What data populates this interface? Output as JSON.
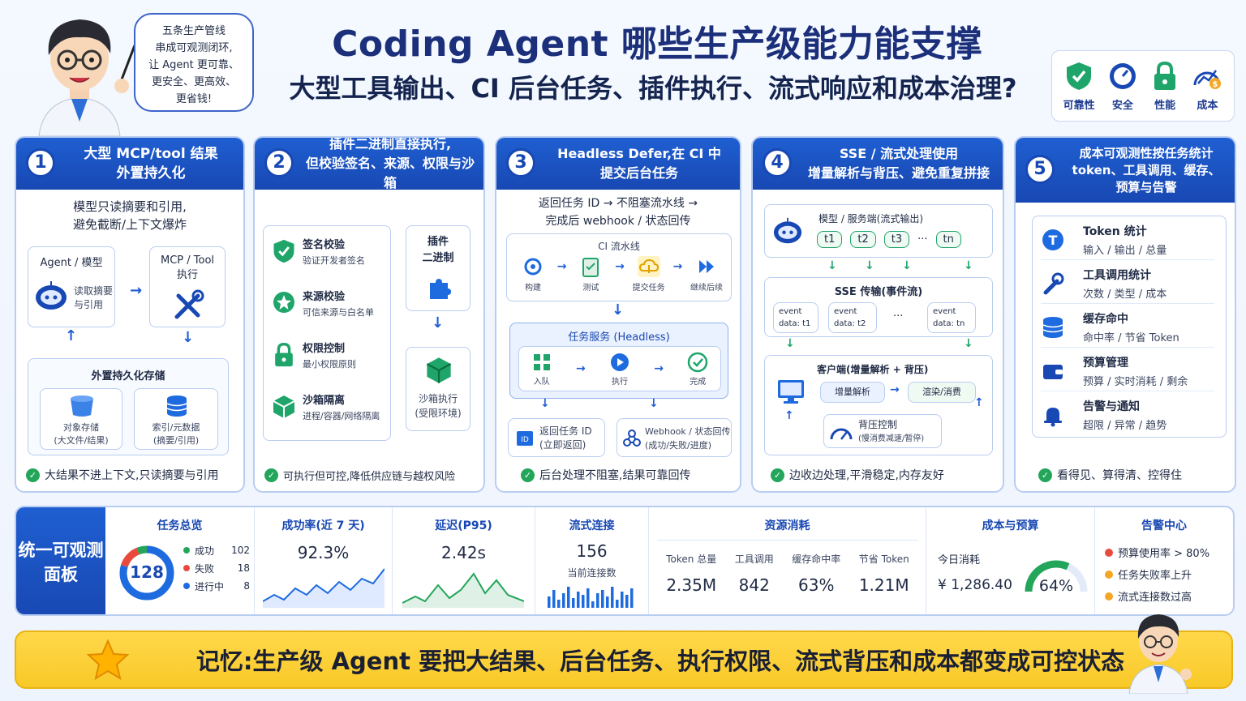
{
  "header": {
    "title": "Coding Agent 哪些生产级能力能支撑",
    "subtitle": "大型工具输出、CI 后台任务、插件执行、流式响应和成本治理?",
    "bubble": [
      "五条生产管线",
      "串成可观测闭环,",
      "让 Agent 更可靠、",
      "更安全、更高效、",
      "更省钱!"
    ],
    "badges": [
      {
        "icon": "shield-check-icon",
        "label": "可靠性"
      },
      {
        "icon": "gauge-icon",
        "label": "安全"
      },
      {
        "icon": "lock-icon",
        "label": "性能"
      },
      {
        "icon": "cost-chart-icon",
        "label": "成本"
      }
    ]
  },
  "p1": {
    "num": "1",
    "title": "大型 MCP/tool 结果\n外置持久化",
    "sub1": "模型只读摘要和引用,",
    "sub2": "避免截断/上下文爆炸",
    "agent": "Agent / 模型",
    "read1": "读取摘要",
    "read2": "与引用",
    "mcp1": "MCP / Tool",
    "mcp2": "执行",
    "store": "外置持久化存储",
    "obj1": "对象存储",
    "obj2": "(大文件/结果)",
    "idx1": "索引/元数据",
    "idx2": "(摘要/引用)",
    "foot": "大结果不进上下文,只读摘要与引用"
  },
  "p2": {
    "num": "2",
    "title": "插件二进制直接执行,\n但校验签名、来源、权限与沙箱",
    "rows": [
      {
        "icon": "shield-check-icon",
        "t": "签名校验",
        "s": "验证开发者签名"
      },
      {
        "icon": "badge-star-icon",
        "t": "来源校验",
        "s": "可信来源与白名单"
      },
      {
        "icon": "lock-icon",
        "t": "权限控制",
        "s": "最小权限原则"
      },
      {
        "icon": "cube-icon",
        "t": "沙箱隔离",
        "s": "进程/容器/网络隔离"
      }
    ],
    "plugin1": "插件",
    "plugin2": "二进制",
    "sand1": "沙箱执行",
    "sand2": "(受限环境)",
    "foot": "可执行但可控,降低供应链与越权风险"
  },
  "p3": {
    "num": "3",
    "title": "Headless Defer,在 CI 中\n提交后台任务",
    "sub1": "返回任务 ID → 不阻塞流水线 →",
    "sub2": "完成后 webhook / 状态回传",
    "ci": "CI 流水线",
    "steps": [
      "构建",
      "测试",
      "提交任务",
      "继续后续"
    ],
    "svc": "任务服务 (Headless)",
    "svc_steps": [
      "入队",
      "执行",
      "完成"
    ],
    "ret1": "返回任务 ID",
    "ret2": "(立即返回)",
    "wh1": "Webhook / 状态回传",
    "wh2": "(成功/失败/进度)",
    "foot": "后台处理不阻塞,结果可靠回传"
  },
  "p4": {
    "num": "4",
    "title": "SSE / 流式处理使用\n增量解析与背压、避免重复拼接",
    "model": "模型 / 服务端(流式输出)",
    "tokens": [
      "t1",
      "t2",
      "t3",
      "···",
      "tn"
    ],
    "sse": "SSE 传输(事件流)",
    "events": [
      {
        "a": "event",
        "b": "data: t1"
      },
      {
        "a": "event",
        "b": "data: t2"
      },
      {
        "a": "event",
        "b": "data: tn"
      }
    ],
    "ellipsis": "···",
    "client": "客户端(增量解析 + 背压)",
    "parse": "增量解析",
    "render": "渲染/消费",
    "bp1": "背压控制",
    "bp2": "(慢消费减速/暂停)",
    "foot": "边收边处理,平滑稳定,内存友好"
  },
  "p5": {
    "num": "5",
    "title": "成本可观测性按任务统计\ntoken、工具调用、缓存、\n预算与告警",
    "rows": [
      {
        "icon": "token-icon",
        "t": "Token 统计",
        "s": "输入 / 输出 / 总量"
      },
      {
        "icon": "wrench-icon",
        "t": "工具调用统计",
        "s": "次数 / 类型 / 成本"
      },
      {
        "icon": "database-icon",
        "t": "缓存命中",
        "s": "命中率 / 节省 Token"
      },
      {
        "icon": "wallet-icon",
        "t": "预算管理",
        "s": "预算 / 实时消耗 / 剩余"
      },
      {
        "icon": "bell-icon",
        "t": "告警与通知",
        "s": "超限 / 异常 / 趋势"
      }
    ],
    "foot": "看得见、算得清、控得住"
  },
  "dash": {
    "title": "统一可观测\n面板",
    "tasks": {
      "h": "任务总览",
      "total": "128",
      "items": [
        {
          "k": "成功",
          "v": "102",
          "c": "#23a55a"
        },
        {
          "k": "失败",
          "v": "18",
          "c": "#e84a3c"
        },
        {
          "k": "进行中",
          "v": "8",
          "c": "#1e6be0"
        }
      ]
    },
    "success": {
      "h": "成功率(近 7 天)",
      "v": "92.3%"
    },
    "latency": {
      "h": "延迟(P95)",
      "v": "2.42s"
    },
    "stream": {
      "h": "流式连接",
      "v": "156",
      "s": "当前连接数"
    },
    "resource": {
      "h": "资源消耗",
      "items": [
        {
          "k": "Token 总量",
          "v": "2.35M"
        },
        {
          "k": "工具调用",
          "v": "842"
        },
        {
          "k": "缓存命中率",
          "v": "63%"
        },
        {
          "k": "节省 Token",
          "v": "1.21M"
        }
      ]
    },
    "budget": {
      "h": "成本与预算",
      "k": "今日消耗",
      "v": "¥ 1,286.40",
      "pct": "64%",
      "ratio": 0.64
    },
    "alerts": {
      "h": "告警中心",
      "items": [
        {
          "t": "预算使用率 > 80%",
          "c": "#e84a3c"
        },
        {
          "t": "任务失败率上升",
          "c": "#f5a623"
        },
        {
          "t": "流式连接数过高",
          "c": "#f5a623"
        }
      ]
    }
  },
  "bottom": "记忆:生产级 Agent 要把大结果、后台任务、执行权限、流式背压和成本都变成可控状态",
  "colors": {
    "primary": "#1848b3",
    "accent": "#1e5bd6",
    "success": "#23a55a",
    "warn": "#f5a623",
    "danger": "#e84a3c",
    "banner": "#ffd84a"
  }
}
